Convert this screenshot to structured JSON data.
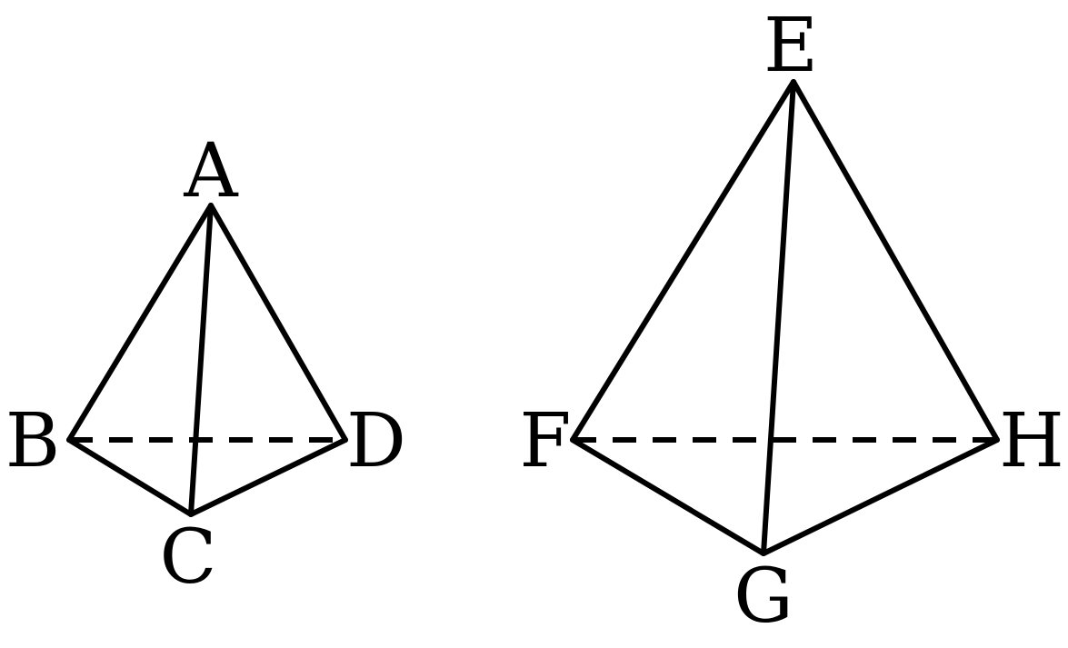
{
  "colors": {
    "stroke": "#000000",
    "text": "#000000",
    "background": "#ffffff"
  },
  "figures": [
    {
      "name": "tetrahedron-abcd",
      "vertices": {
        "apex": "A",
        "left": "B",
        "front": "C",
        "right": "D"
      },
      "solid_edges": [
        "AB",
        "AC",
        "AD",
        "BC",
        "CD"
      ],
      "hidden_edges": [
        "BD"
      ]
    },
    {
      "name": "tetrahedron-efgh",
      "vertices": {
        "apex": "E",
        "left": "F",
        "front": "G",
        "right": "H"
      },
      "solid_edges": [
        "EF",
        "EG",
        "EH",
        "FG",
        "GH"
      ],
      "hidden_edges": [
        "FH"
      ]
    }
  ]
}
